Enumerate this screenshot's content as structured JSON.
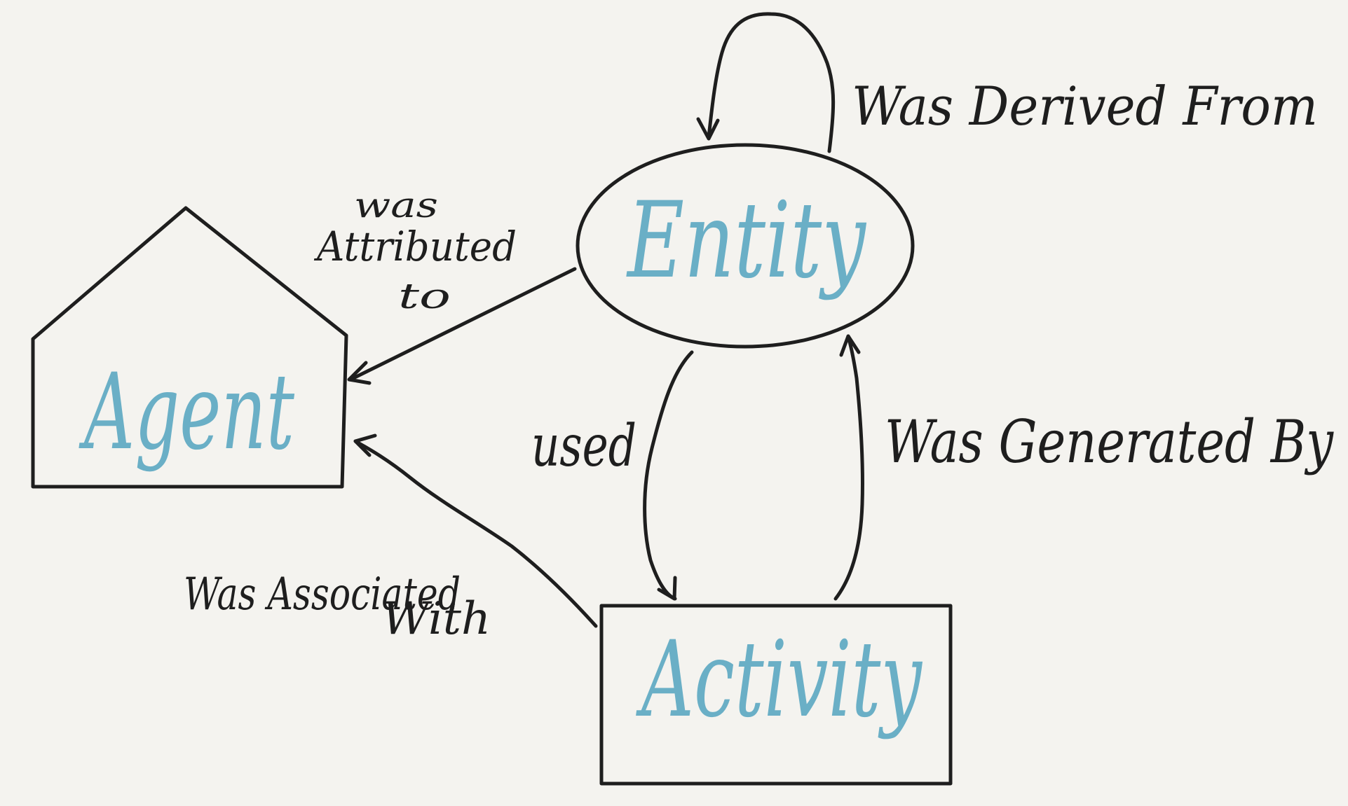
{
  "colors": {
    "background": "#f4f3ef",
    "ink": "#1e1e1e",
    "node_text": "#6aafc6"
  },
  "nodes": {
    "agent": {
      "label": "Agent",
      "shape": "house"
    },
    "entity": {
      "label": "Entity",
      "shape": "ellipse"
    },
    "activity": {
      "label": "Activity",
      "shape": "rectangle"
    }
  },
  "edges": {
    "derived": {
      "label": "Was Derived From",
      "from": "Entity",
      "to": "Entity"
    },
    "attributed": {
      "label_lines": [
        "was",
        "Attributed",
        "to"
      ],
      "from": "Entity",
      "to": "Agent"
    },
    "used": {
      "label": "used",
      "from": "Entity",
      "to": "Activity"
    },
    "generated": {
      "label": "Was Generated By",
      "from": "Activity",
      "to": "Entity"
    },
    "associated": {
      "label_lines": [
        "Was Associated",
        "With"
      ],
      "from": "Activity",
      "to": "Agent"
    }
  }
}
